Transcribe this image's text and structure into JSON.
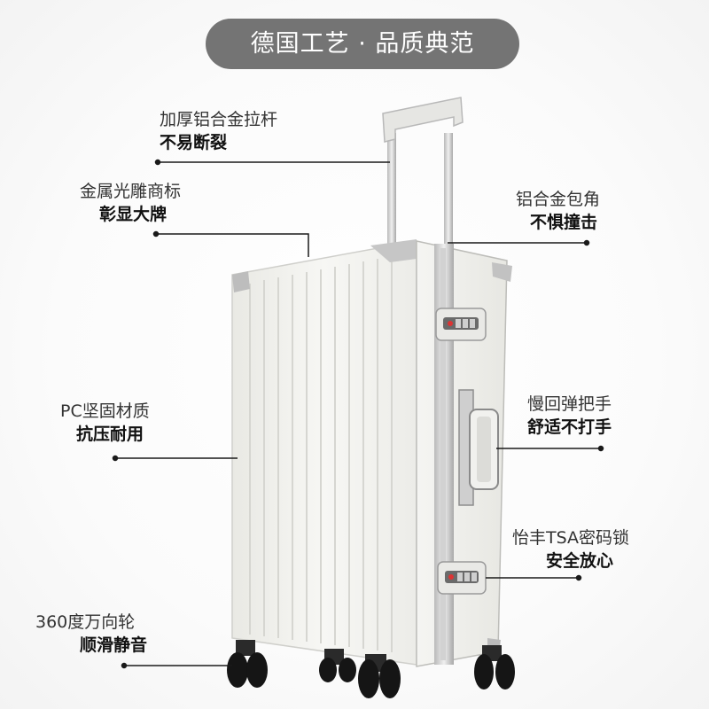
{
  "banner": {
    "text": "德国工艺 · 品质典范"
  },
  "features": {
    "handle": {
      "line1": "加厚铝合金拉杆",
      "line2": "不易断裂"
    },
    "logo": {
      "line1": "金属光雕商标",
      "line2": "彰显大牌"
    },
    "corner": {
      "line1": "铝合金包角",
      "line2": "不惧撞击"
    },
    "shell": {
      "line1": "PC坚固材质",
      "line2": "抗压耐用"
    },
    "side_handle": {
      "line1": "慢回弹把手",
      "line2": "舒适不打手"
    },
    "lock": {
      "line1": "怡丰TSA密码锁",
      "line2": "安全放心"
    },
    "wheels": {
      "line1": "360度万向轮",
      "line2": "顺滑静音"
    }
  },
  "colors": {
    "banner_bg": "#747474",
    "suitcase_body": "#f2f2ee",
    "frame": "#c9c9c9",
    "wheel": "#151515"
  },
  "icons": {
    "suitcase": "suitcase-illustration",
    "lock": "lock-icon",
    "wheel": "wheel-icon"
  }
}
